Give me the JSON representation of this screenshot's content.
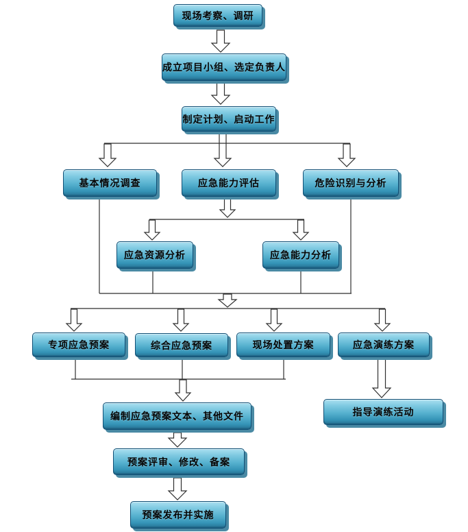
{
  "flowchart": {
    "nodes": {
      "site_survey": "现场考察、调研",
      "form_team": "成立项目小组、选定负责人",
      "make_plan": "制定计划、启动工作",
      "basic_investigation": "基本情况调查",
      "capability_assessment": "应急能力评估",
      "hazard_identification": "危险识别与分析",
      "resource_analysis": "应急资源分析",
      "capability_analysis": "应急能力分析",
      "special_plan": "专项应急预案",
      "comprehensive_plan": "综合应急预案",
      "onsite_disposal_plan": "现场处置方案",
      "drill_plan": "应急演练方案",
      "compile_documents": "编制应急预案文本、其他文件",
      "guide_drill": "指导演练活动",
      "review_revise": "预案评审、修改、备案",
      "publish_implement": "预案发布并实施"
    },
    "colors": {
      "node_fill_top": "#aadff0",
      "node_fill_bottom": "#256f90",
      "node_border": "#0f4e74",
      "node_shadow": "#4a8aa4",
      "connector": "#2f2f2f",
      "arrow_fill": "#ffffff",
      "label_text": "#050505",
      "background": "#ffffff"
    }
  }
}
